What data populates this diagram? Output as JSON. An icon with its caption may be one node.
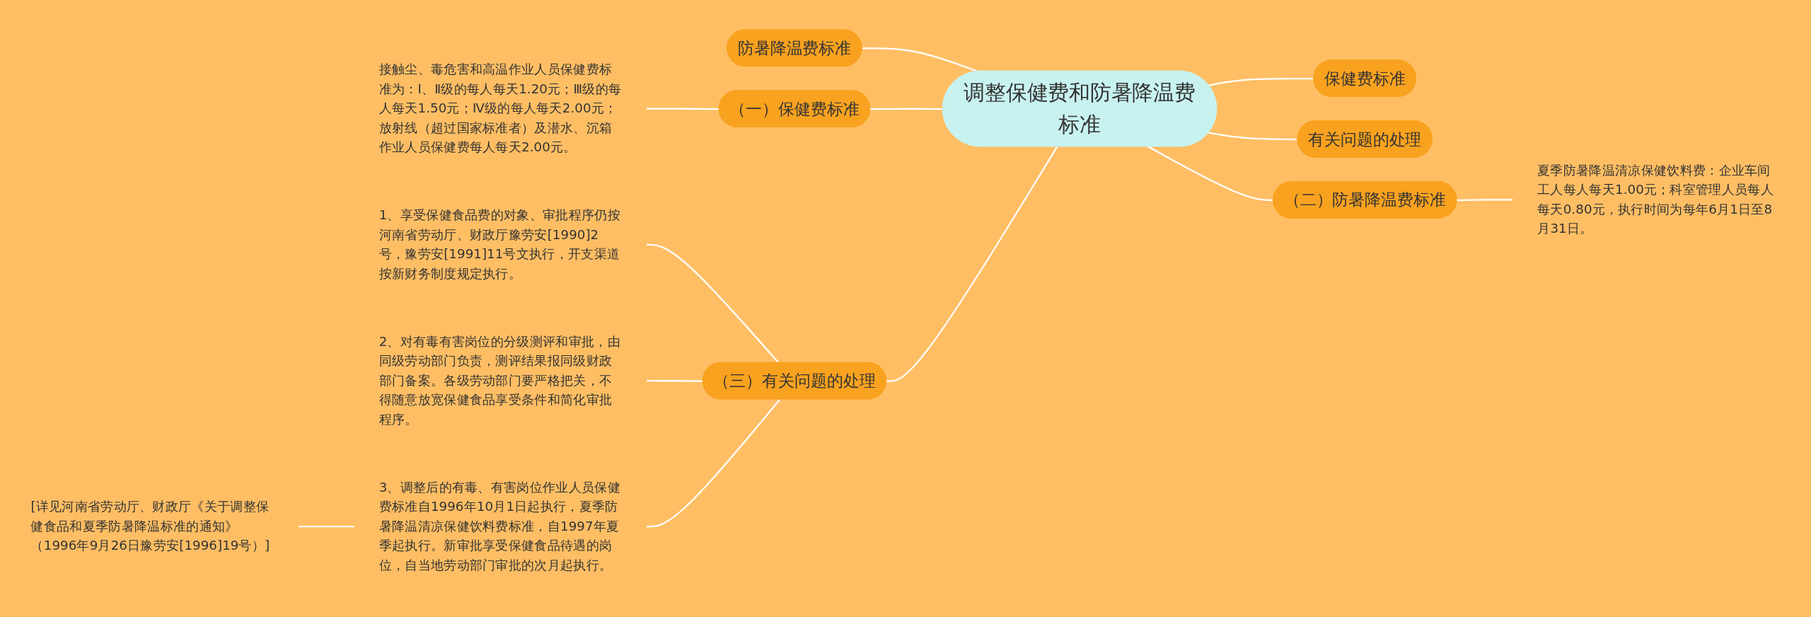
{
  "diagram": {
    "nodes": [
      {
        "text": [
          "调整保健费和防暑降温费标准"
        ]
      },
      {
        "text": [
          "防暑降温费标准"
        ]
      },
      {
        "text": [
          "（一）保健费标准"
        ]
      },
      {
        "text": [
          "接触尘、毒危害和高温作业人员保健费标准为：Ⅰ、Ⅱ级的每人每天1.20元；Ⅲ级的每人每天1.50元；Ⅳ级的每人每天2.00元；放射线（超过国家标准者）及潜水、沉箱作业人员保健费每人每天2.00元。"
        ]
      },
      {
        "text": [
          "（三）有关问题的处理"
        ]
      },
      {
        "text": [
          "1、享受保健食品费的对象、审批程序仍按河南省劳动厅、财政厅豫劳安[1990]2号，豫劳安[1991]11号文执行，开支渠道按新财务制度规定执行。"
        ]
      },
      {
        "text": [
          "2、对有毒有害岗位的分级测评和审批，由同级劳动部门负责，测评结果报同级财政部门备案。各级劳动部门要严格把关，不得随意放宽保健食品享受条件和简化审批程序。"
        ]
      },
      {
        "text": [
          "3、调整后的有毒、有害岗位作业人员保健费标准自1996年10月1日起执行，夏季防暑降温清凉保健饮料费标准，自1997年夏季起执行。新审批享受保健食品待遇的岗位，自当地劳动部门审批的次月起执行。"
        ]
      },
      {
        "text": [
          "[详见河南省劳动厅、财政厅《关于调整保健食品和夏季防暑降温标准的通知》（1996年9月26日豫劳安[1996]19号）]"
        ]
      },
      {
        "text": [
          "保健费标准"
        ]
      },
      {
        "text": [
          "有关问题的处理"
        ]
      },
      {
        "text": [
          "（二）防暑降温费标准"
        ]
      },
      {
        "text": [
          "夏季防暑降温清凉保健饮料费：企业车间工人每人每天1.00元；科室管理人员每人每天0.80元，执行时间为每年6月1日至8月31日。"
        ]
      }
    ],
    "edges": [
      {
        "from": 1,
        "to": 0,
        "arrow": "none"
      },
      {
        "from": 2,
        "to": 0,
        "arrow": "none"
      },
      {
        "from": 3,
        "to": 2,
        "arrow": "none"
      },
      {
        "from": 4,
        "to": 0,
        "arrow": "none"
      },
      {
        "from": 5,
        "to": 4,
        "arrow": "none"
      },
      {
        "from": 6,
        "to": 4,
        "arrow": "none"
      },
      {
        "from": 7,
        "to": 4,
        "arrow": "none"
      },
      {
        "from": 8,
        "to": 7,
        "arrow": "none"
      },
      {
        "from": 0,
        "to": 9,
        "arrow": "none"
      },
      {
        "from": 0,
        "to": 10,
        "arrow": "none"
      },
      {
        "from": 0,
        "to": 11,
        "arrow": "none"
      },
      {
        "from": 11,
        "to": 12,
        "arrow": "none"
      }
    ]
  }
}
